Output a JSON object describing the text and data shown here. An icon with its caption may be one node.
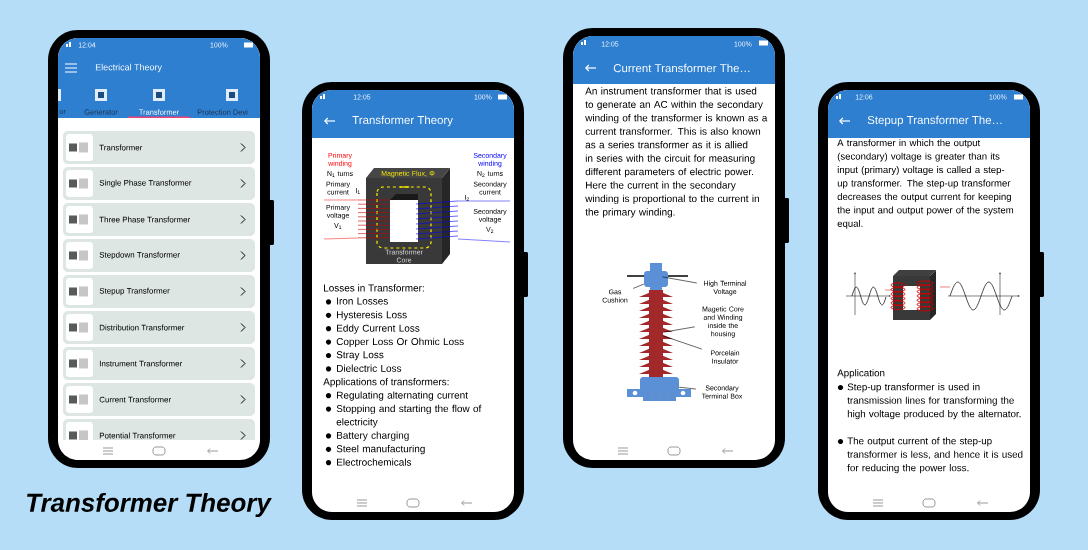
{
  "diagram": {
    "title": "Transformer Theory",
    "nodes": [
      {
        "text": [
          "Electrical Theory"
        ]
      },
      {
        "text": [
          "Transformer"
        ],
        "in": 0
      },
      {
        "text": [
          "Single Phase Transformer"
        ],
        "in": 0
      },
      {
        "text": [
          "Three Phase Transformer"
        ],
        "in": 0
      },
      {
        "text": [
          "Stepdown Transformer"
        ],
        "in": 0
      },
      {
        "text": [
          "Stepup Transformer"
        ],
        "in": 0
      },
      {
        "text": [
          "Distribution Transformer"
        ],
        "in": 0
      },
      {
        "text": [
          "Instrument Transformer"
        ],
        "in": 0
      },
      {
        "text": [
          "Current Transformer"
        ],
        "in": 0
      },
      {
        "text": [
          "Potential Transformer"
        ],
        "in": 0
      },
      {
        "text": [
          "Transformer Theory",
          "Losses in Transformer:",
          "Iron Losses",
          "Hysteresis Loss",
          "Eddy Current Loss",
          "Copper Loss Or Ohmic Loss",
          "Stray Loss",
          "Dielectric Loss",
          "Applications of transformers:",
          "Regulating alternating current",
          "Stopping and starting the flow of electricity",
          "Battery charging",
          "Steel manufacturing",
          "Electrochemicals"
        ]
      },
      {
        "text": [
          "Current Transformer The…",
          "An instrument transformer that is used to generate an AC within the secondary winding of the transformer is known as a current transformer. This is also known as a series transformer as it is allied in series with the circuit for measuring different parameters of electric power. Here the current in the secondary winding is proportional to the current in the primary winding."
        ]
      },
      {
        "text": [
          "Gas Cushion"
        ],
        "in": 11
      },
      {
        "text": [
          "High Terminal Voltage"
        ],
        "in": 11
      },
      {
        "text": [
          "Magetic Core and Winding inside the housing"
        ],
        "in": 11
      },
      {
        "text": [
          "Porcelain Insulator"
        ],
        "in": 11
      },
      {
        "text": [
          "Secondary Terminal Box"
        ],
        "in": 11
      },
      {
        "text": [
          "Stepup Transformer The…",
          "A transformer in which the output (secondary) voltage is greater than its input (primary) voltage is called a step-up transformer. The step-up transformer decreases the output current for keeping the input and output power of the system equal.",
          "Application",
          "Step-up transformer is used in transmission lines for transforming the high voltage produced by the alternator.",
          "The output current of the step-up transformer is less, and hence it is used for reducing the power loss."
        ]
      },
      {
        "text": [],
        "shape": "bar",
        "in": 11
      },
      {
        "text": [],
        "shape": "box",
        "in": 11
      },
      {
        "text": [],
        "shape": "bar",
        "in": 11
      },
      {
        "text": [],
        "shape": "box",
        "in": 11
      }
    ],
    "edges": [
      {
        "from": 12,
        "to": 19,
        "arrow": "none"
      },
      {
        "from": 13,
        "to": 18,
        "arrow": "none"
      },
      {
        "from": 14,
        "to": 20,
        "arrow": "none"
      },
      {
        "from": 15,
        "to": 20,
        "arrow": "none"
      },
      {
        "from": 16,
        "to": 21,
        "arrow": "none"
      }
    ],
    "labels": [
      "12:04",
      "100%",
      "or",
      "Generator",
      "Transformer",
      "Protection Devi",
      "12:05",
      "100%",
      "Primary winding",
      "N$_{1}$ turns",
      "Primary current",
      "I$_{1}$",
      "Primary voltage",
      "V$_{1}$",
      "Magnetic Flux, Φ",
      "Secondary winding",
      "N$_{2}$ turns",
      "Secondary current",
      "I$_{2}$",
      "Secondary voltage",
      "V$_{2}$",
      "Transformer Core",
      "12:05",
      "100%",
      "12:06",
      "100%"
    ]
  }
}
